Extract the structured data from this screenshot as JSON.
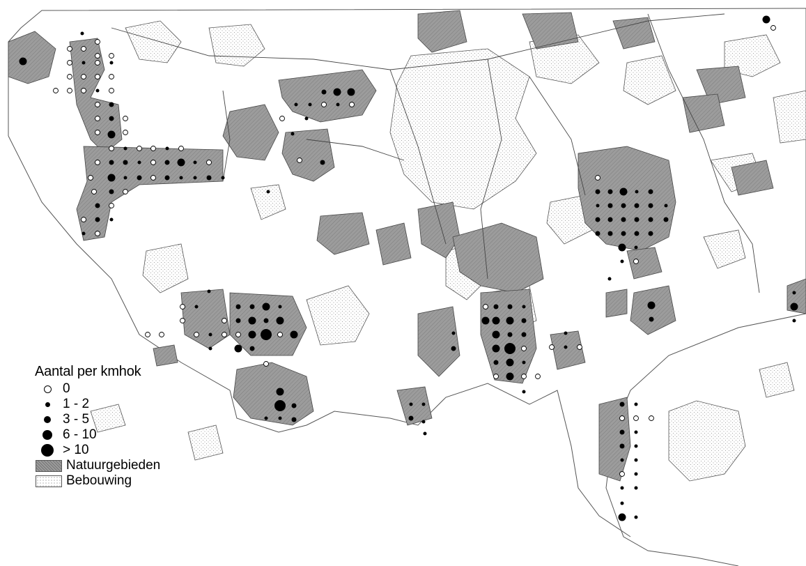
{
  "legend": {
    "title": "Aantal per kmhok",
    "classes": [
      {
        "label": "0",
        "symbol": "open-circle"
      },
      {
        "label": "1 - 2",
        "symbol": "small-dot"
      },
      {
        "label": "3 - 5",
        "symbol": "medium-dot"
      },
      {
        "label": "6 - 10",
        "symbol": "large-dot"
      },
      {
        "label": "> 10",
        "symbol": "extra-large-dot"
      }
    ],
    "areas": [
      {
        "label": "Natuurgebieden",
        "symbol": "hatched-grey-fill"
      },
      {
        "label": "Bebouwing",
        "symbol": "dotted-fill"
      }
    ]
  },
  "colors": {
    "nature_fill": "#9c9c9c",
    "built_fill": "#f4f4f4",
    "dot": "#000000",
    "lines": "#444444"
  }
}
